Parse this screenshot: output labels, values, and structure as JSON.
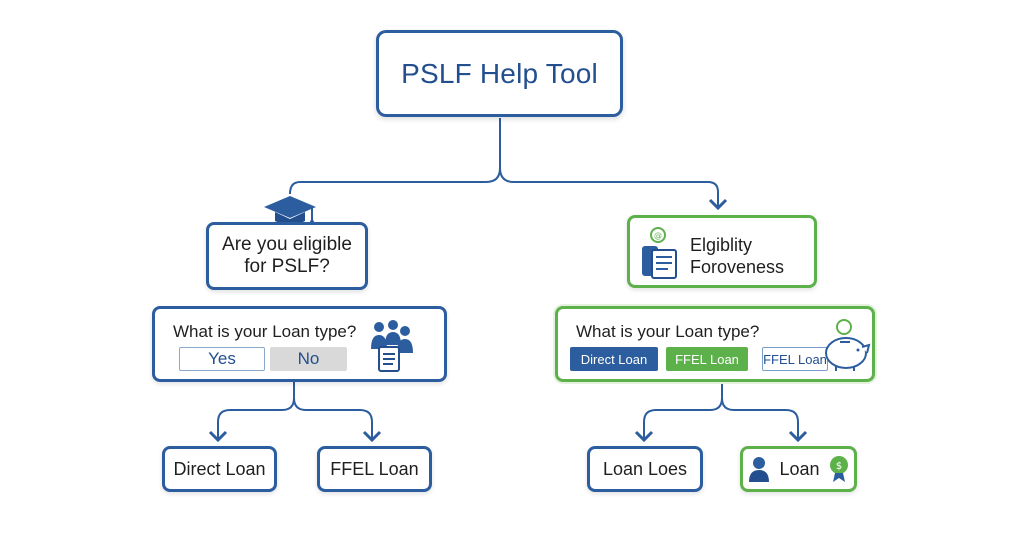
{
  "title": "PSLF Help Tool",
  "left": {
    "question": "Are you eligible for PSLF?",
    "question_line1": "Are you eligible",
    "question_line2": "for PSLF?",
    "panel_question": "What is your Loan type?",
    "options": [
      "Yes",
      "No"
    ],
    "leaves": [
      "Direct Loan",
      "FFEL Loan"
    ]
  },
  "right": {
    "eligibility_line1": "Elgiblity",
    "eligibility_line2": "Foroveness",
    "panel_question": "What is your Loan type?",
    "options": [
      "Direct Loan",
      "FFEL Loan",
      "FFEL Loan"
    ],
    "leaves": [
      "Loan Loes",
      "Loan"
    ]
  },
  "colors": {
    "blue": "#2c5d9e",
    "green": "#5db14a",
    "gray": "#d9d9d9"
  },
  "icons": [
    "graduation-cap-icon",
    "people-document-icon",
    "document-stack-icon",
    "piggy-bank-icon",
    "person-icon",
    "award-badge-icon"
  ]
}
